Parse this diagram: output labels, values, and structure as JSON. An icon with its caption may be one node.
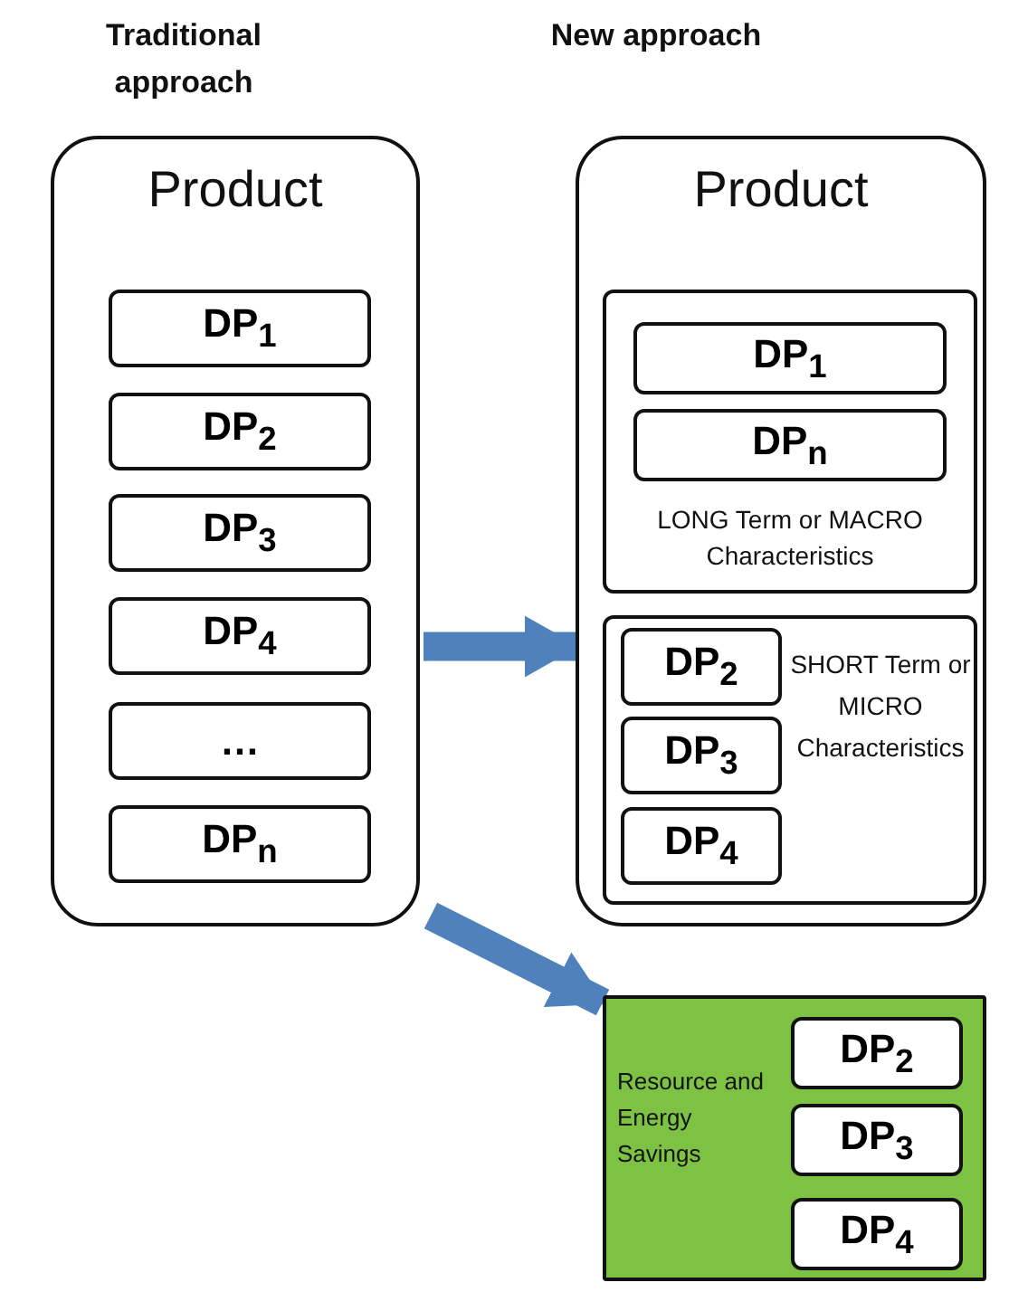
{
  "diagram": {
    "nodes": [
      {
        "text": [
          "Traditional approach",
          "Product"
        ]
      },
      {
        "text": [
          "DP$_{1}$"
        ],
        "in": 0
      },
      {
        "text": [
          "DP$_{2}$"
        ],
        "in": 0
      },
      {
        "text": [
          "DP$_{3}$"
        ],
        "in": 0
      },
      {
        "text": [
          "DP$_{4}$"
        ],
        "in": 0
      },
      {
        "text": [
          "…"
        ],
        "in": 0
      },
      {
        "text": [
          "DP$_{n}$"
        ],
        "in": 0
      },
      {
        "text": [
          "New approach",
          "Product"
        ]
      },
      {
        "text": [
          "LONG Term or MACRO Characteristics"
        ],
        "in": 7
      },
      {
        "text": [
          "DP$_{1}$"
        ],
        "in": 8
      },
      {
        "text": [
          "DP$_{n}$"
        ],
        "in": 8
      },
      {
        "text": [
          "SHORT Term or MICRO Characteristics"
        ],
        "in": 7
      },
      {
        "text": [
          "DP$_{2}$"
        ],
        "in": 11
      },
      {
        "text": [
          "DP$_{3}$"
        ],
        "in": 11
      },
      {
        "text": [
          "DP$_{4}$"
        ],
        "in": 11
      },
      {
        "text": [
          "Resource and Energy Savings"
        ]
      },
      {
        "text": [
          "DP$_{2}$"
        ],
        "in": 15
      },
      {
        "text": [
          "DP$_{3}$"
        ],
        "in": 15
      },
      {
        "text": [
          "DP$_{4}$"
        ],
        "in": 15
      }
    ],
    "edges": [
      {
        "from": 0,
        "to": 7,
        "arrow": "to"
      },
      {
        "from": 0,
        "to": 15,
        "arrow": "to"
      }
    ]
  }
}
